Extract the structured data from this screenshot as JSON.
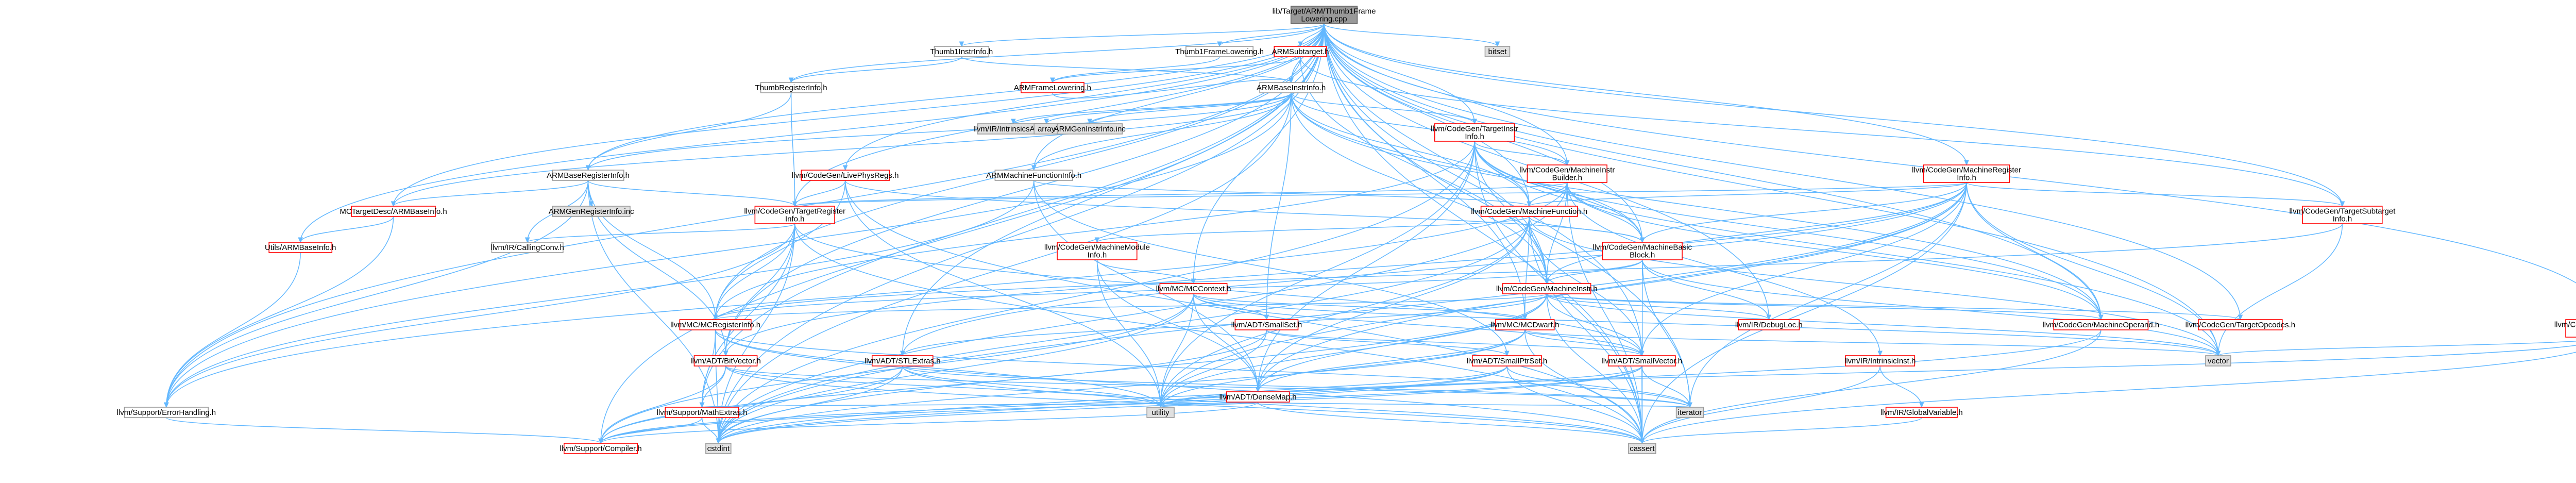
{
  "colors": {
    "root_fill": "#999999",
    "root_stroke": "#666666",
    "normal_fill": "#ffffff",
    "normal_stroke": "#999999",
    "redirect_stroke": "#ff0000",
    "system_fill": "#e0e0e0",
    "system_stroke": "#999999",
    "edge": "#63b8ff"
  },
  "nodes": [
    {
      "id": "root",
      "lines": [
        "lib/Target/ARM/Thumb1Frame",
        "Lowering.cpp"
      ],
      "kind": "root"
    },
    {
      "id": "t1fl",
      "lines": [
        "Thumb1FrameLowering.h"
      ],
      "kind": "normal"
    },
    {
      "id": "tii",
      "lines": [
        "Thumb1InstrInfo.h"
      ],
      "kind": "normal"
    },
    {
      "id": "tri",
      "lines": [
        "ThumbRegisterInfo.h"
      ],
      "kind": "normal"
    },
    {
      "id": "bitset",
      "lines": [
        "bitset"
      ],
      "kind": "system"
    },
    {
      "id": "armsub",
      "lines": [
        "ARMSubtarget.h"
      ],
      "kind": "red"
    },
    {
      "id": "armfl",
      "lines": [
        "ARMFrameLowering.h"
      ],
      "kind": "red"
    },
    {
      "id": "armbii",
      "lines": [
        "ARMBaseInstrInfo.h"
      ],
      "kind": "normal"
    },
    {
      "id": "armbri",
      "lines": [
        "ARMBaseRegisterInfo.h"
      ],
      "kind": "normal"
    },
    {
      "id": "armmfi",
      "lines": [
        "ARMMachineFunctionInfo.h"
      ],
      "kind": "normal"
    },
    {
      "id": "intrarm",
      "lines": [
        "llvm/IR/IntrinsicsARM.h"
      ],
      "kind": "system"
    },
    {
      "id": "array",
      "lines": [
        "array"
      ],
      "kind": "system"
    },
    {
      "id": "armgeninstr",
      "lines": [
        "ARMGenInstrInfo.inc"
      ],
      "kind": "system"
    },
    {
      "id": "armgenreg",
      "lines": [
        "ARMGenRegisterInfo.inc"
      ],
      "kind": "system"
    },
    {
      "id": "mctarget",
      "lines": [
        "MCTargetDesc/ARMBaseInfo.h"
      ],
      "kind": "red"
    },
    {
      "id": "utilsarm",
      "lines": [
        "Utils/ARMBaseInfo.h"
      ],
      "kind": "red"
    },
    {
      "id": "lpr",
      "lines": [
        "llvm/CodeGen/LivePhysRegs.h"
      ],
      "kind": "red"
    },
    {
      "id": "tgi",
      "lines": [
        "llvm/CodeGen/TargetInstr",
        "Info.h"
      ],
      "kind": "red"
    },
    {
      "id": "mib",
      "lines": [
        "llvm/CodeGen/MachineInstr",
        "Builder.h"
      ],
      "kind": "red"
    },
    {
      "id": "mri",
      "lines": [
        "llvm/CodeGen/MachineRegister",
        "Info.h"
      ],
      "kind": "red"
    },
    {
      "id": "tri2",
      "lines": [
        "llvm/CodeGen/TargetRegister",
        "Info.h"
      ],
      "kind": "red"
    },
    {
      "id": "mf",
      "lines": [
        "llvm/CodeGen/MachineFunction.h"
      ],
      "kind": "red"
    },
    {
      "id": "tsi",
      "lines": [
        "llvm/CodeGen/TargetSubtarget",
        "Info.h"
      ],
      "kind": "red"
    },
    {
      "id": "mmi",
      "lines": [
        "llvm/CodeGen/MachineModule",
        "Info.h"
      ],
      "kind": "red"
    },
    {
      "id": "mbb",
      "lines": [
        "llvm/CodeGen/MachineBasic",
        "Block.h"
      ],
      "kind": "red"
    },
    {
      "id": "callconv",
      "lines": [
        "llvm/IR/CallingConv.h"
      ],
      "kind": "normal"
    },
    {
      "id": "mcctx",
      "lines": [
        "llvm/MC/MCContext.h"
      ],
      "kind": "red"
    },
    {
      "id": "mi",
      "lines": [
        "llvm/CodeGen/MachineInstr.h"
      ],
      "kind": "red"
    },
    {
      "id": "mcregi",
      "lines": [
        "llvm/MC/MCRegisterInfo.h"
      ],
      "kind": "red"
    },
    {
      "id": "smallset",
      "lines": [
        "llvm/ADT/SmallSet.h"
      ],
      "kind": "red"
    },
    {
      "id": "mcdwarf",
      "lines": [
        "llvm/MC/MCDwarf.h"
      ],
      "kind": "red"
    },
    {
      "id": "debugloc",
      "lines": [
        "llvm/IR/DebugLoc.h"
      ],
      "kind": "red"
    },
    {
      "id": "mo",
      "lines": [
        "llvm/CodeGen/MachineOperand.h"
      ],
      "kind": "red"
    },
    {
      "id": "tgop",
      "lines": [
        "llvm/CodeGen/TargetOpcodes.h"
      ],
      "kind": "red"
    },
    {
      "id": "mfi",
      "lines": [
        "llvm/CodeGen/MachineFrame",
        "Info.h"
      ],
      "kind": "red"
    },
    {
      "id": "bitvec",
      "lines": [
        "llvm/ADT/BitVector.h"
      ],
      "kind": "red"
    },
    {
      "id": "stlextras",
      "lines": [
        "llvm/ADT/STLExtras.h"
      ],
      "kind": "red"
    },
    {
      "id": "smallptr",
      "lines": [
        "llvm/ADT/SmallPtrSet.h"
      ],
      "kind": "red"
    },
    {
      "id": "smallvec",
      "lines": [
        "llvm/ADT/SmallVector.h"
      ],
      "kind": "red"
    },
    {
      "id": "intrinsicinst",
      "lines": [
        "llvm/IR/IntrinsicInst.h"
      ],
      "kind": "red"
    },
    {
      "id": "vector",
      "lines": [
        "vector"
      ],
      "kind": "system"
    },
    {
      "id": "densemap",
      "lines": [
        "llvm/ADT/DenseMap.h"
      ],
      "kind": "red"
    },
    {
      "id": "errh",
      "lines": [
        "llvm/Support/ErrorHandling.h"
      ],
      "kind": "normal"
    },
    {
      "id": "mathext",
      "lines": [
        "llvm/Support/MathExtras.h"
      ],
      "kind": "red"
    },
    {
      "id": "utility",
      "lines": [
        "utility"
      ],
      "kind": "system"
    },
    {
      "id": "iterator",
      "lines": [
        "iterator"
      ],
      "kind": "system"
    },
    {
      "id": "globalvar",
      "lines": [
        "llvm/IR/GlobalVariable.h"
      ],
      "kind": "red"
    },
    {
      "id": "compiler",
      "lines": [
        "llvm/Support/Compiler.h"
      ],
      "kind": "red"
    },
    {
      "id": "cstdint",
      "lines": [
        "cstdint"
      ],
      "kind": "system"
    },
    {
      "id": "cassert",
      "lines": [
        "cassert"
      ],
      "kind": "system"
    }
  ],
  "edges": [
    [
      "root",
      "t1fl"
    ],
    [
      "root",
      "tii"
    ],
    [
      "root",
      "tri"
    ],
    [
      "root",
      "bitset"
    ],
    [
      "root",
      "armsub"
    ],
    [
      "root",
      "armbii"
    ],
    [
      "root",
      "armbri"
    ],
    [
      "root",
      "armmfi"
    ],
    [
      "root",
      "mctarget"
    ],
    [
      "root",
      "utilsarm"
    ],
    [
      "root",
      "lpr"
    ],
    [
      "root",
      "tgi"
    ],
    [
      "root",
      "mib"
    ],
    [
      "root",
      "mri"
    ],
    [
      "root",
      "tri2"
    ],
    [
      "root",
      "mf"
    ],
    [
      "root",
      "tsi"
    ],
    [
      "root",
      "mbb"
    ],
    [
      "root",
      "mcctx"
    ],
    [
      "root",
      "mi"
    ],
    [
      "root",
      "mcregi"
    ],
    [
      "root",
      "mcdwarf"
    ],
    [
      "root",
      "debugloc"
    ],
    [
      "root",
      "mo"
    ],
    [
      "root",
      "tgop"
    ],
    [
      "root",
      "mfi"
    ],
    [
      "root",
      "bitvec"
    ],
    [
      "root",
      "stlextras"
    ],
    [
      "root",
      "errh"
    ],
    [
      "root",
      "mathext"
    ],
    [
      "root",
      "compiler"
    ],
    [
      "root",
      "cassert"
    ],
    [
      "root",
      "iterator"
    ],
    [
      "root",
      "vector"
    ],
    [
      "root",
      "cstdint"
    ],
    [
      "root",
      "smallvec"
    ],
    [
      "t1fl",
      "armfl"
    ],
    [
      "tii",
      "armbii"
    ],
    [
      "tii",
      "tri"
    ],
    [
      "tri",
      "armbri"
    ],
    [
      "tri",
      "tri2"
    ],
    [
      "armsub",
      "armfl"
    ],
    [
      "armsub",
      "armbii"
    ],
    [
      "armsub",
      "mi"
    ],
    [
      "armsub",
      "tsi"
    ],
    [
      "armfl",
      "armbii"
    ],
    [
      "armbii",
      "armbri"
    ],
    [
      "armbii",
      "armmfi"
    ],
    [
      "armbii",
      "intrarm"
    ],
    [
      "armbii",
      "array"
    ],
    [
      "armbii",
      "armgeninstr"
    ],
    [
      "armbii",
      "tgi"
    ],
    [
      "armbii",
      "mib"
    ],
    [
      "armbii",
      "mbb"
    ],
    [
      "armbii",
      "mi"
    ],
    [
      "armbii",
      "mo"
    ],
    [
      "armbii",
      "cstdint"
    ],
    [
      "armbii",
      "mctarget"
    ],
    [
      "armbii",
      "smallset"
    ],
    [
      "armbii",
      "mf"
    ],
    [
      "armbii",
      "errh"
    ],
    [
      "armbri",
      "armgenreg"
    ],
    [
      "armbri",
      "mctarget"
    ],
    [
      "armbri",
      "tri2"
    ],
    [
      "armbri",
      "callconv"
    ],
    [
      "armbri",
      "mcregi"
    ],
    [
      "armbri",
      "errh"
    ],
    [
      "armbri",
      "cstdint"
    ],
    [
      "armbri",
      "bitvec"
    ],
    [
      "armmfi",
      "mf"
    ],
    [
      "armmfi",
      "densemap"
    ],
    [
      "armmfi",
      "smallptr"
    ],
    [
      "armmfi",
      "errh"
    ],
    [
      "mctarget",
      "utilsarm"
    ],
    [
      "mctarget",
      "errh"
    ],
    [
      "utilsarm",
      "errh"
    ],
    [
      "lpr",
      "tri2"
    ],
    [
      "lpr",
      "mcregi"
    ],
    [
      "lpr",
      "mbb"
    ],
    [
      "lpr",
      "cassert"
    ],
    [
      "lpr",
      "utility"
    ],
    [
      "tgi",
      "mbb"
    ],
    [
      "tgi",
      "mf"
    ],
    [
      "tgi",
      "mi"
    ],
    [
      "tgi",
      "mo"
    ],
    [
      "tgi",
      "mcregi"
    ],
    [
      "tgi",
      "densemap"
    ],
    [
      "tgi",
      "cassert"
    ],
    [
      "tgi",
      "cstdint"
    ],
    [
      "tgi",
      "utility"
    ],
    [
      "tgi",
      "vector"
    ],
    [
      "tgi",
      "mib"
    ],
    [
      "mib",
      "mbb"
    ],
    [
      "mib",
      "mf"
    ],
    [
      "mib",
      "mi"
    ],
    [
      "mib",
      "mo"
    ],
    [
      "mib",
      "tri2"
    ],
    [
      "mib",
      "errh"
    ],
    [
      "mib",
      "cassert"
    ],
    [
      "mib",
      "cstdint"
    ],
    [
      "mib",
      "intrinsicinst"
    ],
    [
      "mri",
      "mbb"
    ],
    [
      "mri",
      "mf"
    ],
    [
      "mri",
      "mi"
    ],
    [
      "mri",
      "mo"
    ],
    [
      "mri",
      "tri2"
    ],
    [
      "mri",
      "tsi"
    ],
    [
      "mri",
      "bitvec"
    ],
    [
      "mri",
      "densemap"
    ],
    [
      "mri",
      "smallvec"
    ],
    [
      "mri",
      "stlextras"
    ],
    [
      "mri",
      "vector"
    ],
    [
      "mri",
      "cassert"
    ],
    [
      "mri",
      "cstdint"
    ],
    [
      "mri",
      "utility"
    ],
    [
      "mri",
      "iterator"
    ],
    [
      "tri2",
      "mcregi"
    ],
    [
      "tri2",
      "callconv"
    ],
    [
      "tri2",
      "mathext"
    ],
    [
      "tri2",
      "bitvec"
    ],
    [
      "tri2",
      "cassert"
    ],
    [
      "tri2",
      "cstdint"
    ],
    [
      "tri2",
      "smallvec"
    ],
    [
      "tri2",
      "errh"
    ],
    [
      "mf",
      "mbb"
    ],
    [
      "mf",
      "mmi"
    ],
    [
      "mf",
      "mcdwarf"
    ],
    [
      "mf",
      "densemap"
    ],
    [
      "mf",
      "smallvec"
    ],
    [
      "mf",
      "utility"
    ],
    [
      "mf",
      "vector"
    ],
    [
      "mf",
      "cassert"
    ],
    [
      "mf",
      "cstdint"
    ],
    [
      "tsi",
      "vector"
    ],
    [
      "tsi",
      "mcregi"
    ],
    [
      "mmi",
      "mcctx"
    ],
    [
      "mmi",
      "densemap"
    ],
    [
      "mmi",
      "utility"
    ],
    [
      "mbb",
      "mi"
    ],
    [
      "mbb",
      "debugloc"
    ],
    [
      "mbb",
      "mcregi"
    ],
    [
      "mbb",
      "iterator"
    ],
    [
      "mbb",
      "cassert"
    ],
    [
      "mbb",
      "vector"
    ],
    [
      "mcctx",
      "densemap"
    ],
    [
      "mcctx",
      "smallvec"
    ],
    [
      "mcctx",
      "mcdwarf"
    ],
    [
      "mcctx",
      "compiler"
    ],
    [
      "mcctx",
      "cstdint"
    ],
    [
      "mcctx",
      "utility"
    ],
    [
      "mcctx",
      "vector"
    ],
    [
      "mcctx",
      "smallset"
    ],
    [
      "mi",
      "mo"
    ],
    [
      "mi",
      "debugloc"
    ],
    [
      "mi",
      "mcregi"
    ],
    [
      "mi",
      "tgop"
    ],
    [
      "mi",
      "densemap"
    ],
    [
      "mi",
      "utility"
    ],
    [
      "mi",
      "cassert"
    ],
    [
      "mi",
      "cstdint"
    ],
    [
      "mi",
      "vector"
    ],
    [
      "mi",
      "stlextras"
    ],
    [
      "mi",
      "smallvec"
    ],
    [
      "mcregi",
      "mathext"
    ],
    [
      "mcregi",
      "cassert"
    ],
    [
      "mcregi",
      "cstdint"
    ],
    [
      "mcregi",
      "iterator"
    ],
    [
      "mcregi",
      "utility"
    ],
    [
      "smallset",
      "smallptr"
    ],
    [
      "smallset",
      "smallvec"
    ],
    [
      "smallset",
      "utility"
    ],
    [
      "smallset",
      "compiler"
    ],
    [
      "mcdwarf",
      "smallvec"
    ],
    [
      "mcdwarf",
      "cassert"
    ],
    [
      "mcdwarf",
      "cstdint"
    ],
    [
      "mcdwarf",
      "utility"
    ],
    [
      "mcdwarf",
      "vector"
    ],
    [
      "mcdwarf",
      "densemap"
    ],
    [
      "mo",
      "cassert"
    ],
    [
      "mo",
      "cstdint"
    ],
    [
      "mfi",
      "vector"
    ],
    [
      "mfi",
      "cassert"
    ],
    [
      "mfi",
      "utility"
    ],
    [
      "bitvec",
      "mathext"
    ],
    [
      "bitvec",
      "cassert"
    ],
    [
      "bitvec",
      "utility"
    ],
    [
      "bitvec",
      "iterator"
    ],
    [
      "bitvec",
      "compiler"
    ],
    [
      "stlextras",
      "utility"
    ],
    [
      "stlextras",
      "iterator"
    ],
    [
      "stlextras",
      "cassert"
    ],
    [
      "stlextras",
      "cstdint"
    ],
    [
      "stlextras",
      "compiler"
    ],
    [
      "smallptr",
      "utility"
    ],
    [
      "smallptr",
      "iterator"
    ],
    [
      "smallptr",
      "cassert"
    ],
    [
      "smallptr",
      "compiler"
    ],
    [
      "smallptr",
      "cstdint"
    ],
    [
      "smallvec",
      "cassert"
    ],
    [
      "smallvec",
      "cstdint"
    ],
    [
      "smallvec",
      "iterator"
    ],
    [
      "smallvec",
      "utility"
    ],
    [
      "smallvec",
      "compiler"
    ],
    [
      "intrinsicinst",
      "globalvar"
    ],
    [
      "intrinsicinst",
      "cassert"
    ],
    [
      "densemap",
      "utility"
    ],
    [
      "densemap",
      "compiler"
    ],
    [
      "densemap",
      "cassert"
    ],
    [
      "densemap",
      "iterator"
    ],
    [
      "densemap",
      "mathext"
    ],
    [
      "errh",
      "compiler"
    ],
    [
      "mathext",
      "compiler"
    ],
    [
      "mathext",
      "cstdint"
    ],
    [
      "globalvar",
      "cassert"
    ]
  ]
}
